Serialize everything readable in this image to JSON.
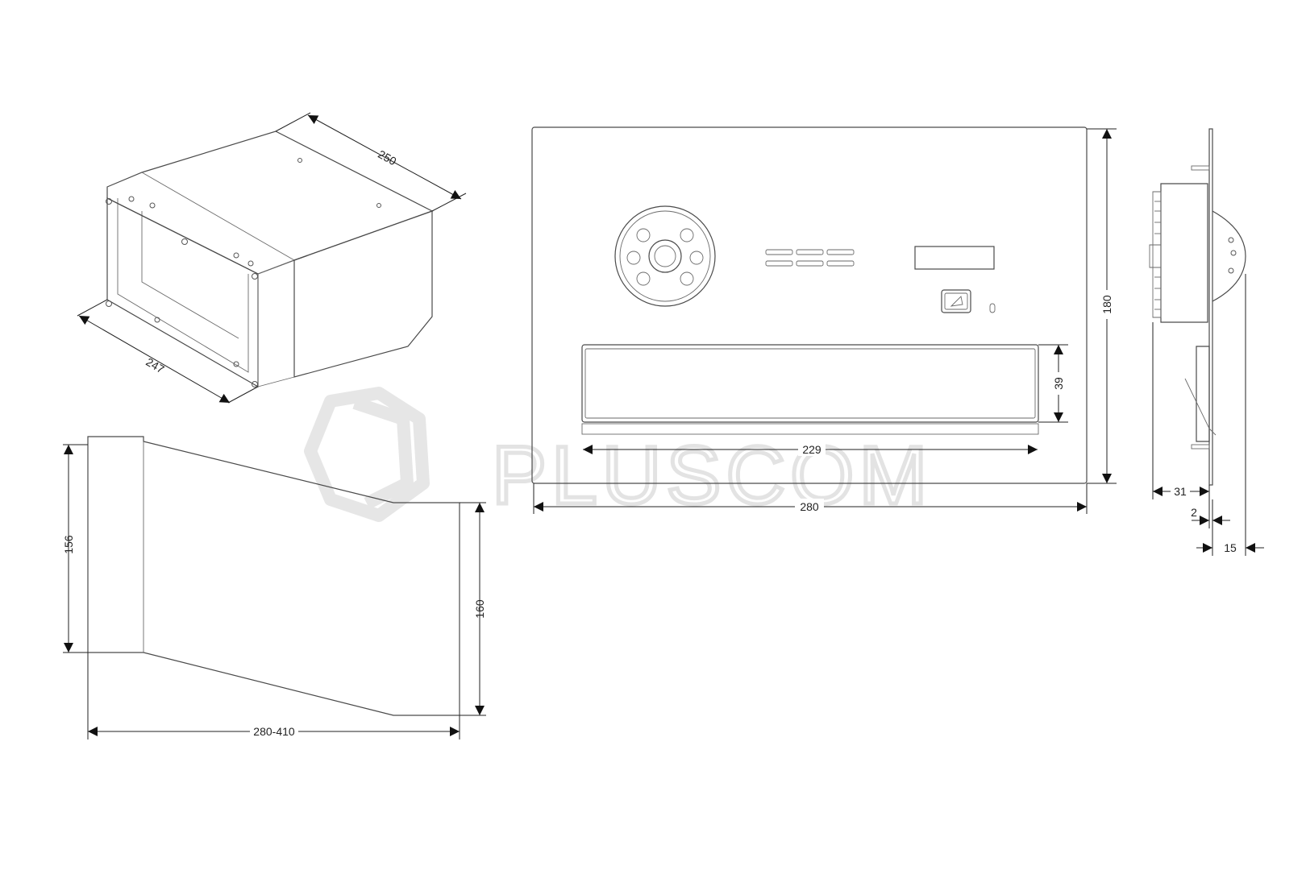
{
  "watermark": {
    "brand": "PLUSCOM"
  },
  "dimensions": {
    "iso_depth": "250",
    "iso_width": "247",
    "sleeve_front_height": "156",
    "sleeve_back_height": "160",
    "sleeve_length": "280-410",
    "panel_height": "180",
    "panel_width": "280",
    "slot_width": "229",
    "slot_height": "39",
    "side_depth": "31",
    "side_plate": "2",
    "side_protrusion": "15"
  }
}
